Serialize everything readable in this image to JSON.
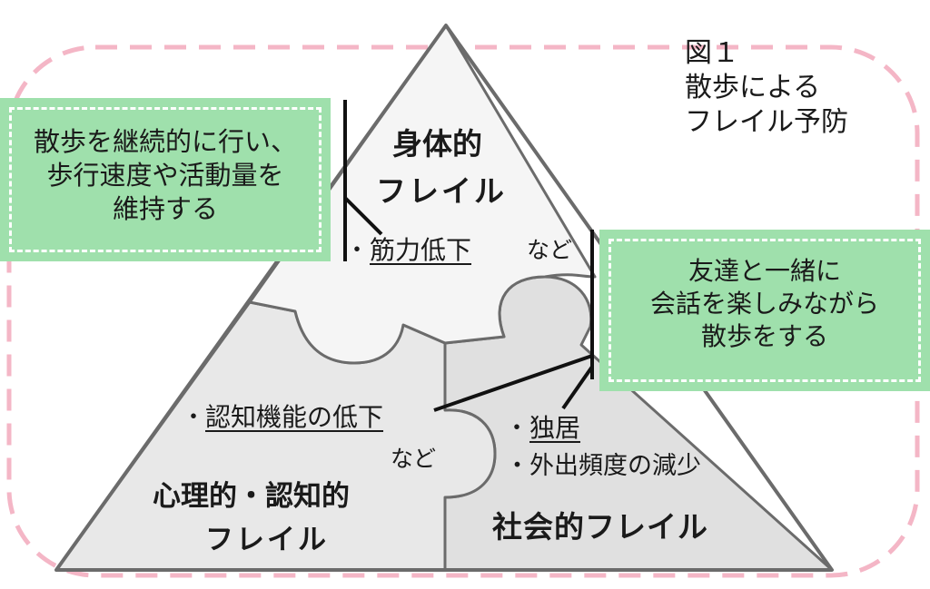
{
  "figure": {
    "number": "図１",
    "title_line1": "散歩による",
    "title_line2": "フレイル予防"
  },
  "physical": {
    "title_line1": "身体的",
    "title_line2": "フレイル",
    "bullet": "・",
    "item": "筋力低下",
    "etc": "など"
  },
  "psych": {
    "title_line1": "心理的・認知的",
    "title_line2": "フレイル",
    "bullet": "・",
    "item": "認知機能の低下",
    "etc": "など"
  },
  "social": {
    "title": "社会的フレイル",
    "bullet1": "・",
    "item1": "独居",
    "item2": "・外出頻度の減少"
  },
  "tip_left": {
    "line1": "散歩を継続的に行い、",
    "line2": "歩行速度や活動量を",
    "line3": "維持する"
  },
  "tip_right": {
    "line1": "友達と一緒に",
    "line2": "会話を楽しみながら",
    "line3": "散歩をする"
  },
  "colors": {
    "frame": "#f4b6c6",
    "tip_box": "#9fe0ac",
    "top_piece": "#f5f5f5",
    "left_piece": "#e8e8e8",
    "right_piece": "#e0e0e0",
    "outline": "#6b6b6b"
  }
}
